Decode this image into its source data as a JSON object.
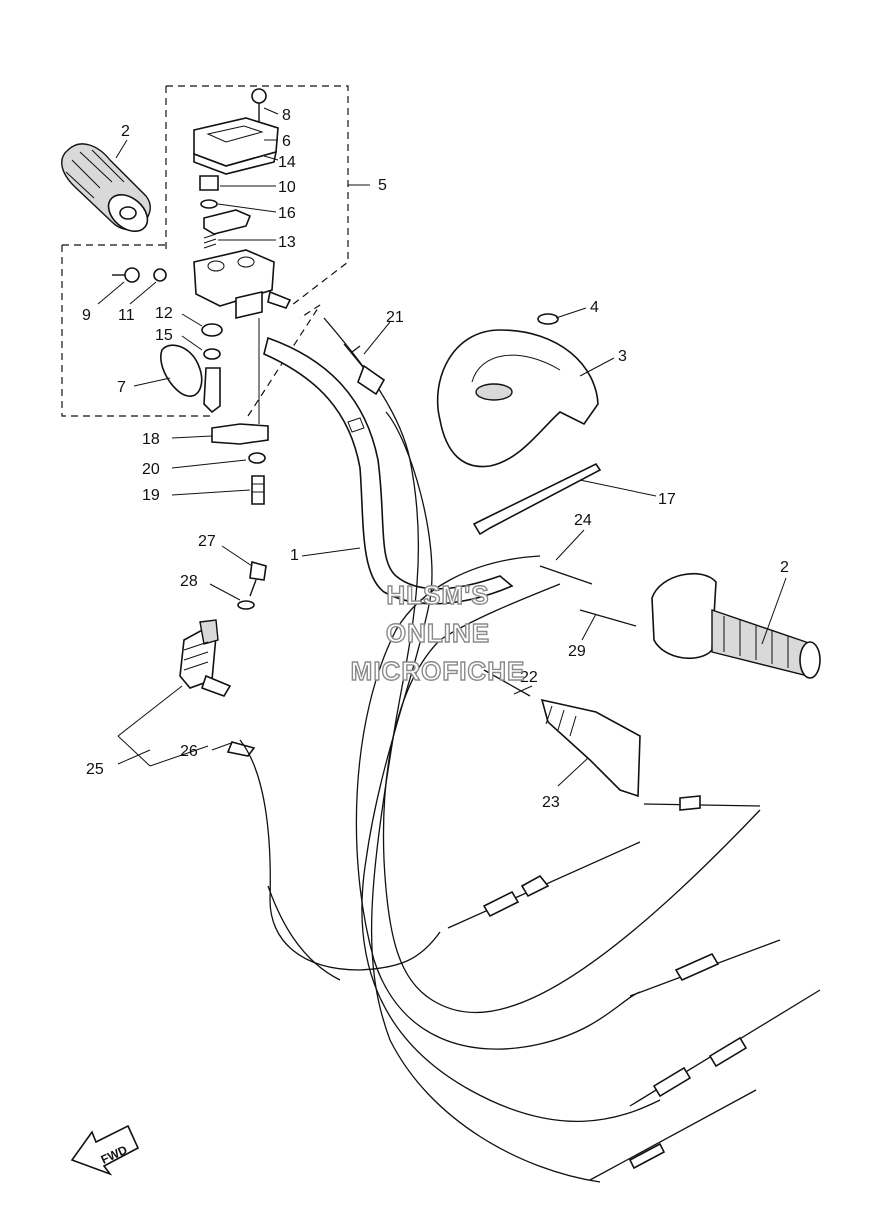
{
  "callouts": {
    "c1": "1",
    "c2a": "2",
    "c2b": "2",
    "c3": "3",
    "c4": "4",
    "c5": "5",
    "c6": "6",
    "c7": "7",
    "c8": "8",
    "c9": "9",
    "c10": "10",
    "c11": "11",
    "c12": "12",
    "c13": "13",
    "c14": "14",
    "c15": "15",
    "c16": "16",
    "c17": "17",
    "c18": "18",
    "c19": "19",
    "c20": "20",
    "c21": "21",
    "c22": "22",
    "c23": "23",
    "c24": "24",
    "c25": "25",
    "c26": "26",
    "c27": "27",
    "c28": "28",
    "c29": "29"
  },
  "watermark": {
    "line1": "HLSM'S",
    "line2": "ONLINE",
    "line3": "MICROFICHE"
  },
  "direction_badge": "FWD"
}
